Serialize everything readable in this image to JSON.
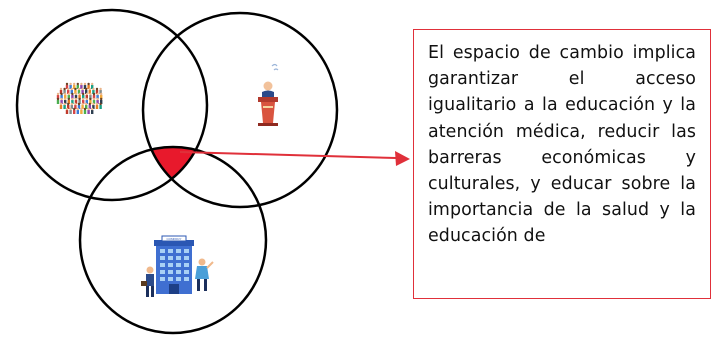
{
  "diagram": {
    "icons": {
      "top_left": "crowd-of-people",
      "top_right": "speaker-at-podium",
      "bottom": "business-people-at-company-building"
    },
    "building_sign": "COMPANY",
    "intersection_color": "#e8192c",
    "arrow_color": "#e0303a",
    "circle_stroke": "#000000"
  },
  "textbox": {
    "border_color": "#e0303a",
    "text": "El espacio de cambio implica garantizar el acceso igualitario a la educación y la atención médica, reducir las barreras económicas y culturales, y educar sobre la importancia de la salud y la educación de"
  }
}
